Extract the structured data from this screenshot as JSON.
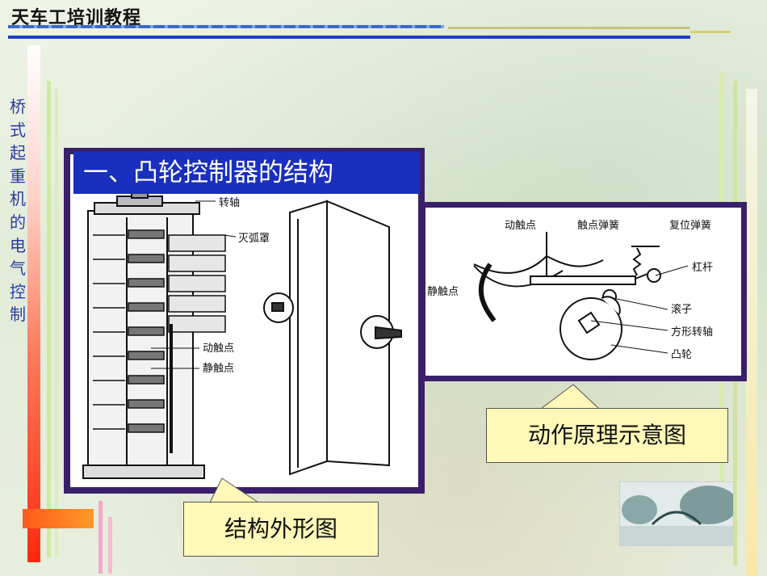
{
  "header": {
    "title": "天车工培训教程"
  },
  "sidebar": {
    "chars": [
      "桥",
      "式",
      "起",
      "重",
      "机",
      "的",
      "电",
      "气",
      "控",
      "制"
    ]
  },
  "section": {
    "heading": "一、凸轮控制器的结构"
  },
  "structure_figure": {
    "labels": {
      "shaft": "转轴",
      "arc_shield": "灭弧罩",
      "moving_contact": "动触点",
      "static_contact": "静触点"
    },
    "caption": "结构外形图"
  },
  "principle_figure": {
    "labels": {
      "moving_contact": "动触点",
      "contact_spring": "触点弹簧",
      "reset_spring": "复位弹簧",
      "lever": "杠杆",
      "static_contact": "静触点",
      "roller": "滚子",
      "square_shaft": "方形转轴",
      "cam": "凸轮"
    },
    "caption": "动作原理示意图"
  },
  "colors": {
    "heading_bg": "#1a2fbe",
    "panel_border": "#3a1f6a",
    "callout_bg": "#fff8b8",
    "side_text": "#2a3aa8"
  }
}
